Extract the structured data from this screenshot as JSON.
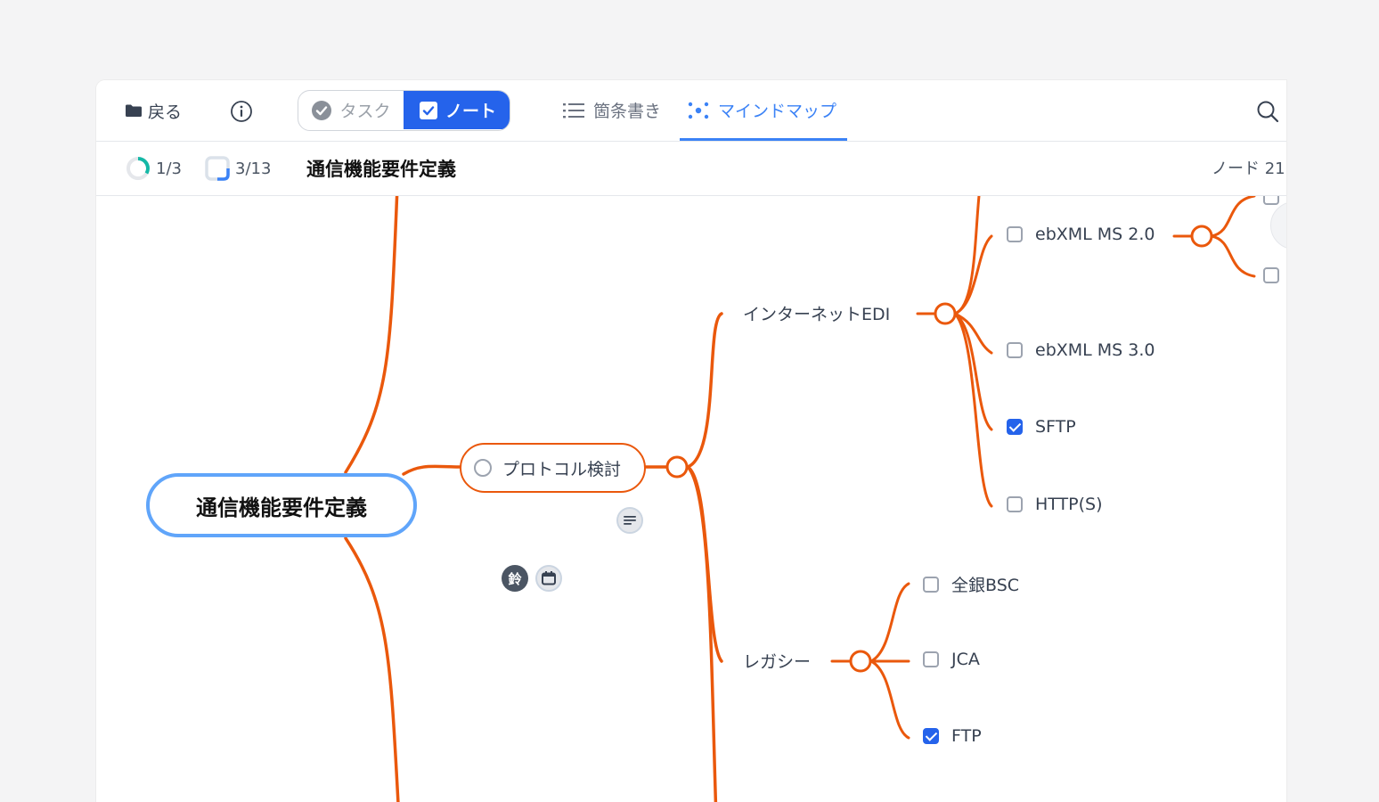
{
  "toolbar": {
    "back_label": "戻る",
    "info_icon": "info-icon",
    "segment": {
      "task_label": "タスク",
      "note_label": "ノート",
      "active": "ノート"
    },
    "view_tabs": [
      {
        "label": "箇条書き",
        "icon": "list-icon",
        "active": false
      },
      {
        "label": "マインドマップ",
        "icon": "mindmap-icon",
        "active": true
      }
    ],
    "search_icon": "search-icon",
    "accent_color": "#2563eb"
  },
  "status": {
    "progress_a": "1/3",
    "progress_b": "3/13",
    "title": "通信機能要件定義",
    "node_count": "ノード 21"
  },
  "mindmap": {
    "branch_color": "#ea580c",
    "root": {
      "label": "通信機能要件定義"
    },
    "protocol": {
      "label": "プロトコル検討",
      "assignee": "鈴"
    },
    "internet": {
      "label": "インターネットEDI"
    },
    "legacy": {
      "label": "レガシー"
    },
    "internet_items": [
      {
        "label": "ebXML MS 2.0",
        "checked": false
      },
      {
        "label": "ebXML MS 3.0",
        "checked": false
      },
      {
        "label": "SFTP",
        "checked": true
      },
      {
        "label": "HTTP(S)",
        "checked": false
      }
    ],
    "legacy_items": [
      {
        "label": "全銀BSC",
        "checked": false
      },
      {
        "label": "JCA",
        "checked": false
      },
      {
        "label": "FTP",
        "checked": true
      }
    ]
  }
}
